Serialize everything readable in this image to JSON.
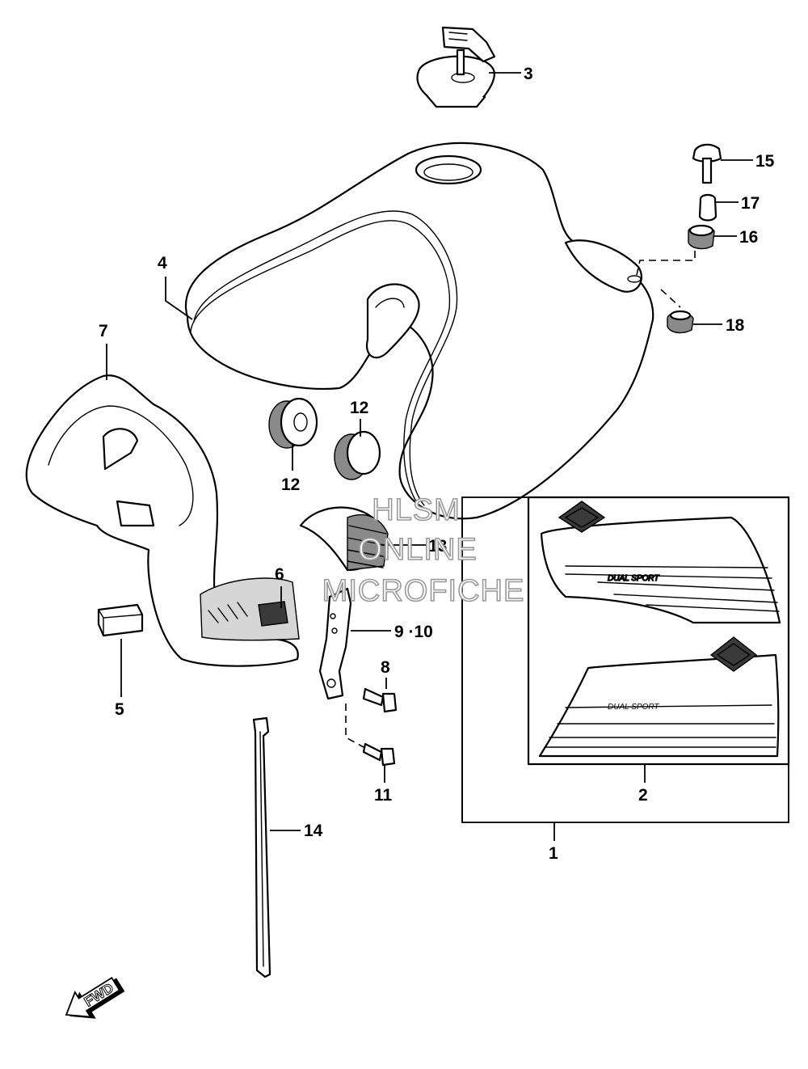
{
  "callouts": {
    "c1": "1",
    "c2": "2",
    "c3": "3",
    "c4": "4",
    "c5": "5",
    "c6": "6",
    "c7": "7",
    "c8": "8",
    "c9_10": "9 ·10",
    "c11": "11",
    "c12a": "12",
    "c12b": "12",
    "c13": "13",
    "c14": "14",
    "c15": "15",
    "c16": "16",
    "c17": "17",
    "c18": "18"
  },
  "watermark": {
    "line1": "HLSM",
    "line2": "ONLINE",
    "line3": "MICROFICHE"
  },
  "direction": {
    "label": "FWD"
  },
  "decal_text": {
    "upper": "DUAL SPORT",
    "lower": "DUAL SPORT"
  }
}
